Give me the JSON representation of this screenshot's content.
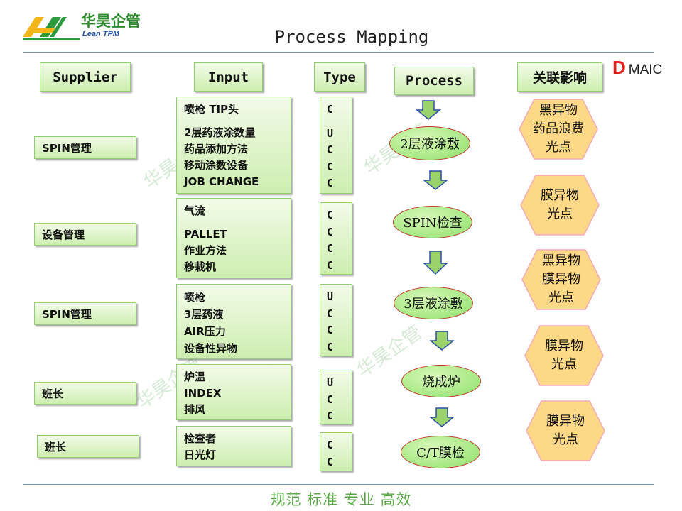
{
  "header": {
    "brand_name": "华昊企管",
    "brand_sub": "Lean TPM",
    "title": "Process Mapping",
    "phase_highlight": "D",
    "phase_rest": "MAIC"
  },
  "columns": {
    "supplier": "Supplier",
    "input": "Input",
    "type": "Type",
    "process": "Process",
    "impact": "关联影响"
  },
  "rows": [
    {
      "supplier": "SPIN管理",
      "inputs": [
        "喷枪 TIP头",
        "2层药液涂数量",
        "药品添加方法",
        "移动涂数设备",
        "JOB CHANGE"
      ],
      "types": [
        "C",
        "U",
        "C",
        "C",
        "C"
      ],
      "process": "2层液涂敷",
      "impact": [
        "黑异物",
        "药品浪费",
        "光点"
      ]
    },
    {
      "supplier": "设备管理",
      "inputs": [
        "气流",
        "PALLET",
        "作业方法",
        "移栽机"
      ],
      "types": [
        "C",
        "C",
        "C",
        "C"
      ],
      "process": "SPIN检查",
      "impact": [
        "膜异物",
        "光点"
      ]
    },
    {
      "supplier": "SPIN管理",
      "inputs": [
        "喷枪",
        "3层药液",
        "AIR压力",
        "设备性异物"
      ],
      "types": [
        "U",
        "C",
        "C",
        "C"
      ],
      "process": "3层液涂敷",
      "impact": [
        "黑异物",
        "膜异物",
        "光点"
      ]
    },
    {
      "supplier": "班长",
      "inputs": [
        "炉温",
        "INDEX",
        "排风"
      ],
      "types": [
        "U",
        "C",
        "C"
      ],
      "process": "烧成炉",
      "impact": [
        "膜异物",
        "光点"
      ]
    },
    {
      "supplier": "班长",
      "inputs": [
        "检查者",
        "日光灯"
      ],
      "types": [
        "C",
        "C"
      ],
      "process": "C/T膜检",
      "impact": [
        "膜异物",
        "光点"
      ]
    }
  ],
  "watermark": "华昊企管",
  "footer": "规范 标准 专业 高效",
  "colors": {
    "box_fill": "#cdeeb0",
    "box_border": "#8fcf72",
    "ellipse_fill": "#8ee06a",
    "ellipse_border": "#c0392b",
    "hexagon_fill": "#fdd987",
    "hexagon_border": "#f3a9b8",
    "arrow_fill": "#9bd36b",
    "arrow_border": "#2e4fa8",
    "footer_text": "#5aa845",
    "accent_red": "#e0201b"
  }
}
